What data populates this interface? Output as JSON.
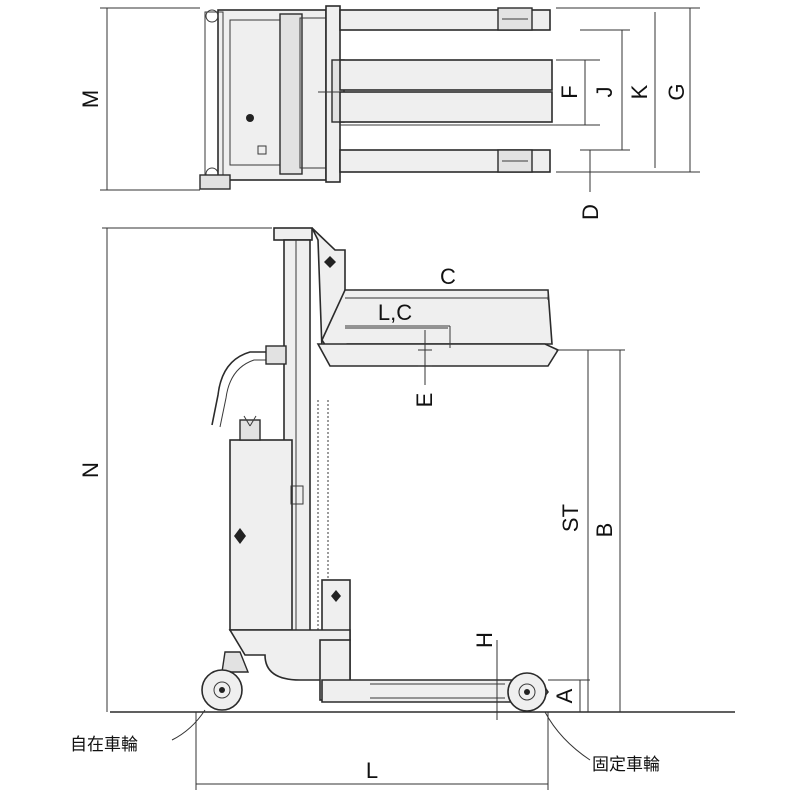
{
  "labels": {
    "M": "M",
    "N": "N",
    "C": "C",
    "LC": "L,C",
    "E": "E",
    "F": "F",
    "J": "J",
    "K": "K",
    "G": "G",
    "D": "D",
    "ST": "ST",
    "B": "B",
    "H": "H",
    "A": "A",
    "L": "L",
    "caster_wheel": "自在車輪",
    "fixed_wheel": "固定車輪"
  },
  "colors": {
    "line": "#2b2b2b",
    "fill": "#efefef",
    "background": "#ffffff"
  }
}
